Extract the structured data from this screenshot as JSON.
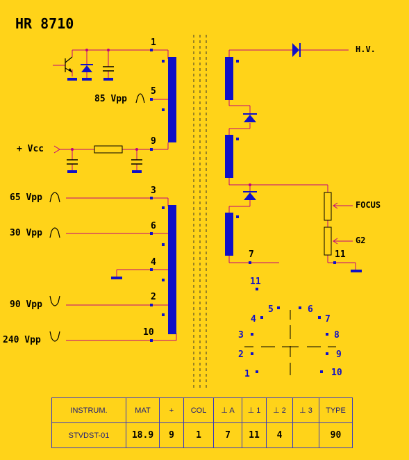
{
  "title": "HR 8710",
  "primary": {
    "pins": [
      "1",
      "5",
      "9",
      "3",
      "6",
      "4",
      "2",
      "10"
    ],
    "vcc_label": "+ Vcc",
    "signals": [
      "85 Vpp",
      "65 Vpp",
      "30 Vpp",
      "90 Vpp",
      "240 Vpp"
    ]
  },
  "secondary": {
    "hv_label": "H.V.",
    "focus_label": "FOCUS",
    "g2_label": "G2",
    "pins": [
      "7",
      "11"
    ]
  },
  "pinout": {
    "pins": [
      "11",
      "5",
      "6",
      "4",
      "7",
      "3",
      "8",
      "2",
      "9",
      "1",
      "10"
    ]
  },
  "colors": {
    "background": "#FFD319",
    "wire": "#C00080",
    "component": "#1010C8",
    "text": "#000000"
  },
  "spec_table": {
    "headers": [
      "INSTRUM.",
      "MAT",
      "+",
      "COL",
      "⊥ A",
      "⊥ 1",
      "⊥ 2",
      "⊥ 3",
      "TYPE"
    ],
    "values": [
      "STVDST-01",
      "18.9",
      "9",
      "1",
      "7",
      "11",
      "4",
      "",
      "90"
    ]
  }
}
